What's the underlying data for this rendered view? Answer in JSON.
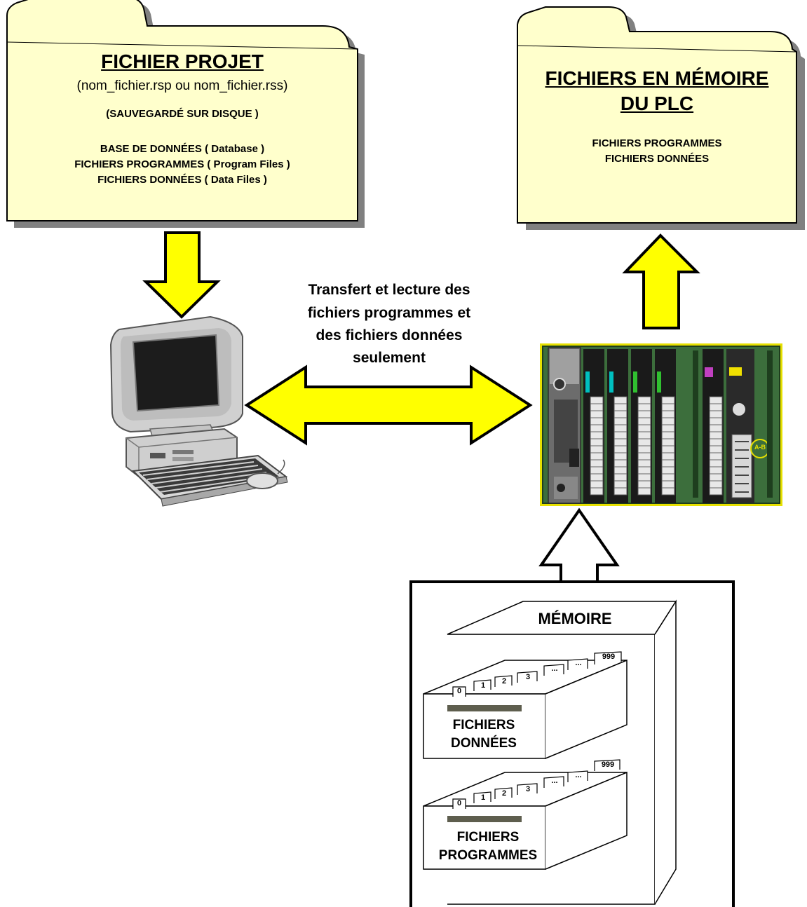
{
  "project_folder": {
    "title": "FICHIER PROJET",
    "filenames": "(nom_fichier.rsp ou nom_fichier.rss)",
    "saved_note": "(SAUVEGARDÉ SUR DISQUE )",
    "contents": [
      "BASE DE DONNÉES ( Database )",
      "FICHIERS PROGRAMMES ( Program Files )",
      "FICHIERS DONNÉES ( Data Files )"
    ]
  },
  "plc_folder": {
    "title_line1": "FICHIERS EN MÉMOIRE",
    "title_line2": "DU PLC",
    "contents": [
      "FICHIERS PROGRAMMES",
      "FICHIERS DONNÉES"
    ]
  },
  "transfer_label": [
    "Transfert et lecture des",
    "fichiers programmes et",
    "des fichiers données",
    "seulement"
  ],
  "memory": {
    "title": "MÉMOIRE",
    "data_drawer": {
      "label_line1": "FICHIERS",
      "label_line2": "DONNÉES"
    },
    "program_drawer": {
      "label_line1": "FICHIERS",
      "label_line2": "PROGRAMMES"
    },
    "tabs": [
      "0",
      "1",
      "2",
      "3",
      "...",
      "...",
      "999"
    ]
  },
  "plc_badge": "A-B",
  "colors": {
    "folder_fill": "#FFFFCC",
    "folder_shadow": "#808080",
    "arrow_fill": "#FFFF00",
    "plc_board": "#3C6E3C",
    "plc_frame": "#E6E000"
  }
}
